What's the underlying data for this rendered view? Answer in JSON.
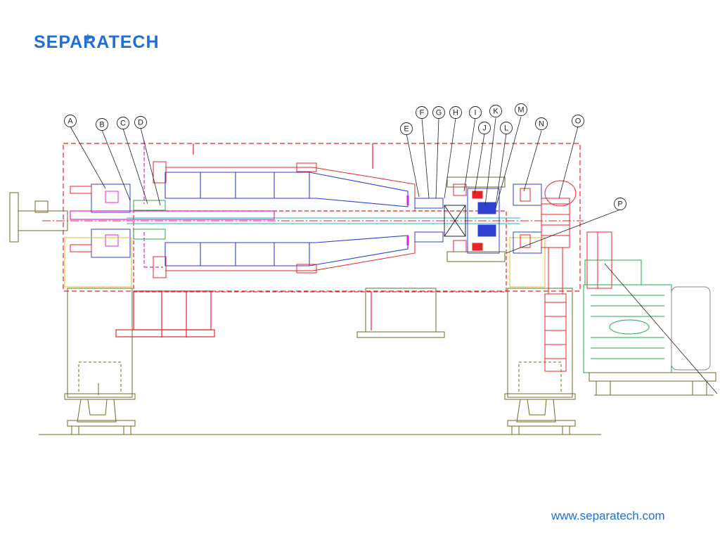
{
  "brand": {
    "name": "SEPARATECH",
    "website": "www.separatech.com",
    "color": "#1e6fd9",
    "logo_icon": "sparkle-star-icon"
  },
  "colors": {
    "frame_red": "#e5252a",
    "rotor_blue": "#2f3fd0",
    "feed_magenta": "#e020e0",
    "base_olive": "#6f6a2a",
    "motor_green": "#1fa84b",
    "yellow_guard": "#d9c22a",
    "cyan": "#19b6c9",
    "black": "#222222"
  },
  "callouts": [
    {
      "id": "A",
      "label": "A"
    },
    {
      "id": "B",
      "label": "B"
    },
    {
      "id": "C",
      "label": "C"
    },
    {
      "id": "D",
      "label": "D"
    },
    {
      "id": "E",
      "label": "E"
    },
    {
      "id": "F",
      "label": "F"
    },
    {
      "id": "G",
      "label": "G"
    },
    {
      "id": "H",
      "label": "H"
    },
    {
      "id": "I",
      "label": "I"
    },
    {
      "id": "J",
      "label": "J"
    },
    {
      "id": "K",
      "label": "K"
    },
    {
      "id": "L",
      "label": "L"
    },
    {
      "id": "M",
      "label": "M"
    },
    {
      "id": "N",
      "label": "N"
    },
    {
      "id": "O",
      "label": "O"
    },
    {
      "id": "P",
      "label": "P"
    }
  ]
}
